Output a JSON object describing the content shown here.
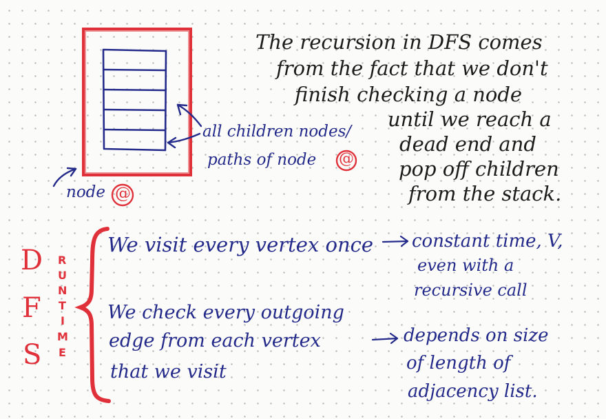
{
  "explanation": {
    "lines": [
      "The recursion in DFS comes",
      "from the fact that we don't",
      "finish checking a node",
      "until we reach a",
      "dead end and",
      "pop off children",
      "from the stack."
    ]
  },
  "diagram": {
    "annotation_lines": [
      "all children nodes/",
      "paths of node"
    ],
    "node_caption": "node",
    "node_symbol": "@",
    "stack_rows": 5
  },
  "runtime": {
    "dfs_letters": [
      "D",
      "F",
      "S"
    ],
    "runtime_letters": [
      "R",
      "U",
      "N",
      "T",
      "I",
      "M",
      "E"
    ],
    "vertex_lines": [
      "We visit every vertex once"
    ],
    "vertex_result_lines": [
      "constant time, V,",
      "even with a",
      "recursive call"
    ],
    "edge_lines": [
      "We check every outgoing",
      "edge from each vertex",
      "that we visit"
    ],
    "edge_result_lines": [
      "depends on size",
      "of length of",
      "adjacency list."
    ]
  },
  "colors": {
    "black_ink": "#1c1c1c",
    "blue_ink": "#232a8a",
    "red_ink": "#e0303a"
  }
}
